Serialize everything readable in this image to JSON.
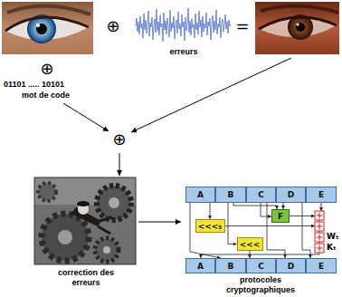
{
  "diagram": {
    "nodes": [
      {
        "text": [
          "A"
        ]
      },
      {
        "text": [
          "B"
        ]
      },
      {
        "text": [
          "C"
        ]
      },
      {
        "text": [
          "D"
        ]
      },
      {
        "text": [
          "E"
        ]
      },
      {
        "text": [
          "F"
        ]
      },
      {
        "text": [
          "<<<₅"
        ]
      },
      {
        "text": [
          "<<<"
        ]
      },
      {
        "text": [
          "A"
        ]
      },
      {
        "text": [
          "B"
        ]
      },
      {
        "text": [
          "C"
        ]
      },
      {
        "text": [
          "D"
        ]
      },
      {
        "text": [
          "E"
        ]
      }
    ],
    "edges": [
      {
        "from": 0,
        "to": 6,
        "arrow": "to"
      },
      {
        "from": 0,
        "to": 9,
        "arrow": "to"
      },
      {
        "from": 1,
        "to": 5,
        "arrow": "to"
      },
      {
        "from": 1,
        "to": 7,
        "arrow": "to"
      },
      {
        "from": 2,
        "to": 5,
        "arrow": "to"
      },
      {
        "from": 2,
        "to": 11,
        "arrow": "to"
      },
      {
        "from": 3,
        "to": 5,
        "arrow": "to"
      },
      {
        "from": 3,
        "to": 12,
        "arrow": "to"
      },
      {
        "from": 7,
        "to": 10,
        "arrow": "to"
      }
    ],
    "labels": [
      "⊕",
      "erreurs",
      "=",
      "⊕",
      "01101 ..... 10101",
      "mot de code",
      "⊕",
      "correction des erreurs",
      "Wₜ",
      "Kₜ",
      "protocoles cryptographiques"
    ]
  }
}
